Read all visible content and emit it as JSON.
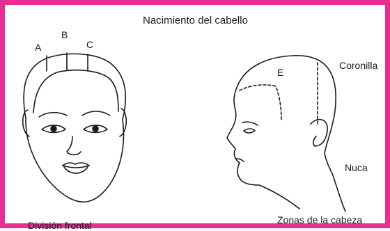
{
  "title": "Nacimiento del cabello",
  "labels": {
    "a": "A",
    "b": "B",
    "c": "C",
    "e": "E",
    "coronilla": "Coronilla",
    "nuca": "Nuca"
  },
  "captions": {
    "frontal": "División frontal",
    "zonas": "Zonas de la cabeza"
  },
  "colors": {
    "frame": "#e62e93",
    "ink": "#1a1a1a"
  }
}
